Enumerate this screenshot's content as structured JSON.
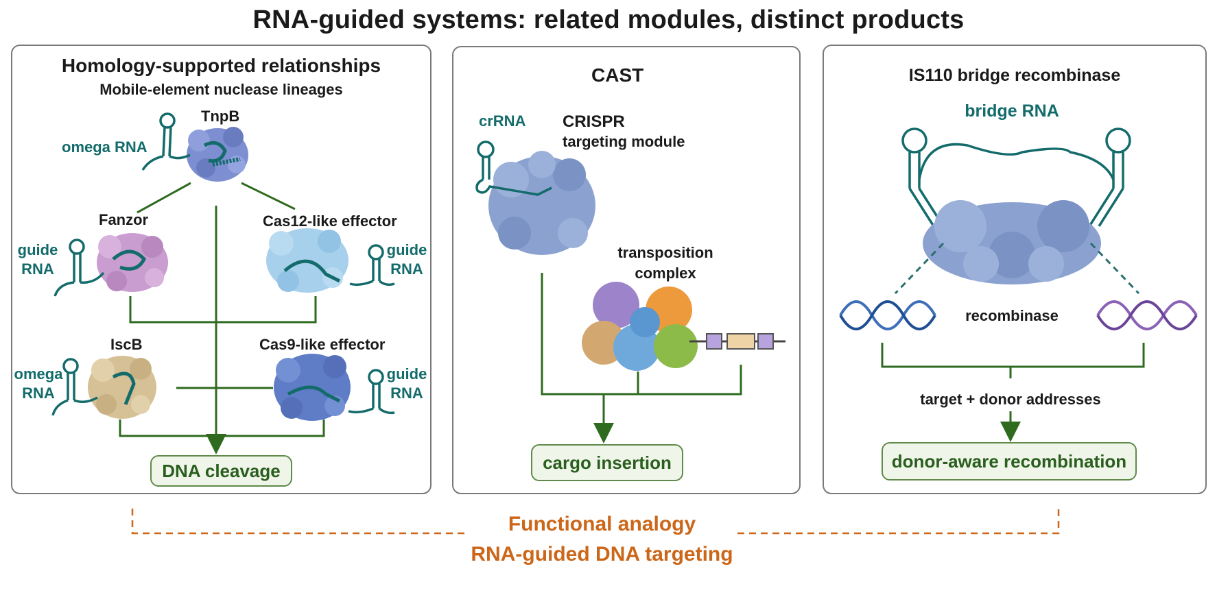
{
  "title": "RNA-guided systems: related modules, distinct products",
  "colors": {
    "panel_border": "#7a7a7a",
    "teal_text": "#146b6b",
    "green_flow": "#2e6b1f",
    "orange_analogy": "#cc6618",
    "outcome_fill": "#eff6e9",
    "tnpb_protein": "#7d8fd0",
    "fanzor_protein": "#c99dcf",
    "cas12_protein": "#a6d0ec",
    "iscb_protein": "#d6c095",
    "cas9_protein": "#5f7cc6",
    "crispr_protein": "#8ba2d0",
    "transposition_orange": "#ec9a3c",
    "transposition_green": "#8dbb4a",
    "transposition_purple": "#9d83c9",
    "transposition_tan": "#d3a870",
    "transposition_blue": "#6fa9db",
    "dna_blue": "#3d6fb8",
    "dna_purple": "#8b62b5",
    "cargo_purple": "#b7a3dd",
    "cargo_tan": "#eed3a6"
  },
  "panels": {
    "homology": {
      "title": "Homology-supported relationships",
      "subtitle": "Mobile-element nuclease lineages",
      "tnpb": {
        "name": "TnpB",
        "rna": "omega RNA"
      },
      "fanzor": {
        "name": "Fanzor",
        "rna_line1": "guide",
        "rna_line2": "RNA"
      },
      "cas12": {
        "name": "Cas12-like effector",
        "rna_line1": "guide",
        "rna_line2": "RNA"
      },
      "iscb": {
        "name": "IscB",
        "rna_line1": "omega",
        "rna_line2": "RNA"
      },
      "cas9": {
        "name": "Cas9-like effector",
        "rna_line1": "guide",
        "rna_line2": "RNA"
      },
      "outcome": "DNA cleavage"
    },
    "cast": {
      "title": "CAST",
      "crrna": "crRNA",
      "crispr_line1": "CRISPR",
      "crispr_line2": "targeting module",
      "transposition_line1": "transposition",
      "transposition_line2": "complex",
      "outcome": "cargo insertion"
    },
    "is110": {
      "title": "IS110 bridge recombinase",
      "bridge_rna": "bridge RNA",
      "recombinase": "recombinase",
      "addresses": "target + donor addresses",
      "outcome": "donor-aware recombination"
    }
  },
  "analogy": {
    "line1": "Functional analogy",
    "line2": "RNA-guided DNA targeting"
  }
}
